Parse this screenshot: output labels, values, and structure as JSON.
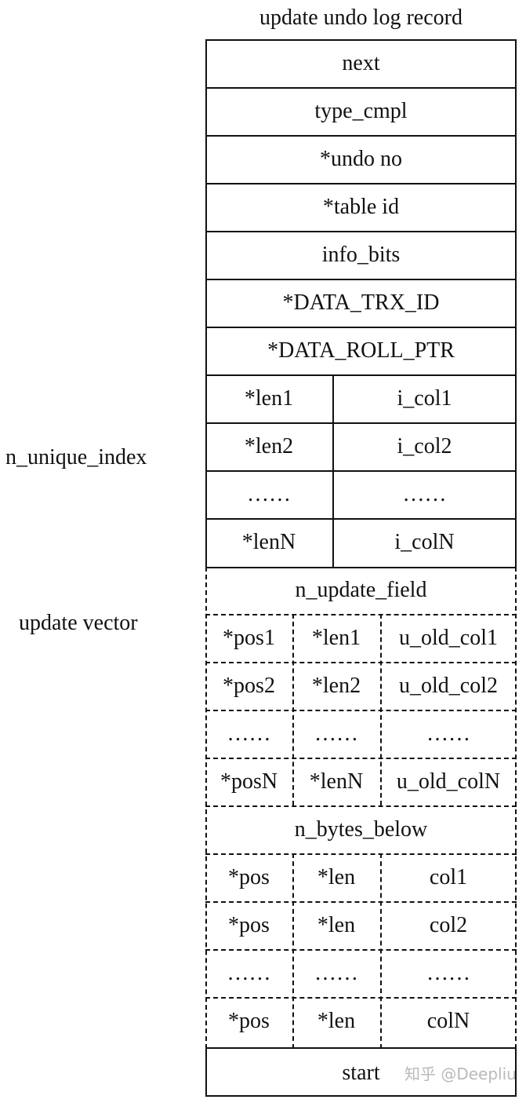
{
  "title": "update undo log record",
  "labels": {
    "n_unique_index": "n_unique_index",
    "update_vector": "update vector"
  },
  "rows": {
    "next": "next",
    "type_cmpl": "type_cmpl",
    "undo_no": "*undo no",
    "table_id": "*table id",
    "info_bits": "info_bits",
    "data_trx_id": "*DATA_TRX_ID",
    "data_roll_ptr": "*DATA_ROLL_PTR",
    "n_update_field": "n_update_field",
    "n_bytes_below": "n_bytes_below",
    "start": "start"
  },
  "unique_index": [
    {
      "len": "*len1",
      "col": "i_col1"
    },
    {
      "len": "*len2",
      "col": "i_col2"
    },
    {
      "len": "……",
      "col": "……"
    },
    {
      "len": "*lenN",
      "col": "i_colN"
    }
  ],
  "update_vector": [
    {
      "pos": "*pos1",
      "len": "*len1",
      "col": "u_old_col1"
    },
    {
      "pos": "*pos2",
      "len": "*len2",
      "col": "u_old_col2"
    },
    {
      "pos": "……",
      "len": "……",
      "col": "……"
    },
    {
      "pos": "*posN",
      "len": "*lenN",
      "col": "u_old_colN"
    }
  ],
  "below_fields": [
    {
      "pos": "*pos",
      "len": "*len",
      "col": "col1"
    },
    {
      "pos": "*pos",
      "len": "*len",
      "col": "col2"
    },
    {
      "pos": "……",
      "len": "……",
      "col": "……"
    },
    {
      "pos": "*pos",
      "len": "*len",
      "col": "colN"
    }
  ],
  "watermark": "知乎 @Deepliu"
}
